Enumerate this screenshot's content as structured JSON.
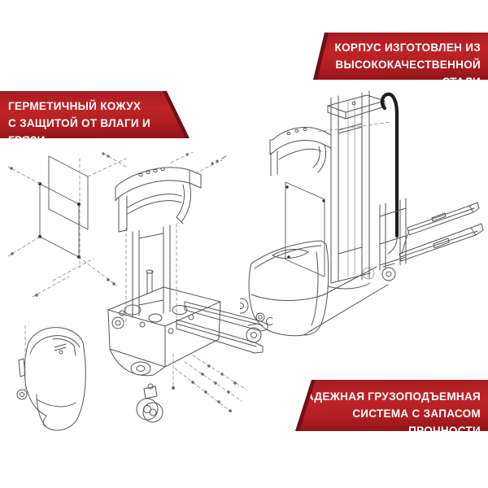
{
  "banners": {
    "steel_body": {
      "line1": "КОРПУС ИЗГОТОВЛЕН ИЗ",
      "line2": "ВЫСОКОКАЧЕСТВЕННОЙ СТАЛИ"
    },
    "sealed_casing": {
      "line1": "ГЕРМЕТИЧНЫЙ КОЖУХ",
      "line2": "С ЗАЩИТОЙ ОТ ВЛАГИ И ГРЯЗИ"
    },
    "lifting_system": {
      "line1": "НАДЕЖНАЯ ГРУЗОПОДЪЕМНАЯ",
      "line2": "СИСТЕМА С ЗАПАСОМ ПРОЧНОСТИ"
    }
  },
  "colors": {
    "banner-red-top": "#a51c22",
    "banner-red-mid": "#bf2428",
    "banner-red-low": "#b01e23",
    "banner-red-bot": "#8f1318",
    "banner-trim": "#6e1014",
    "banner-text": "#ffffff",
    "line": "#555555",
    "line-light": "#8a8a8a",
    "hatch": "#a8a8a8",
    "handle": "#1d1d1d",
    "bg": "#ffffff"
  }
}
